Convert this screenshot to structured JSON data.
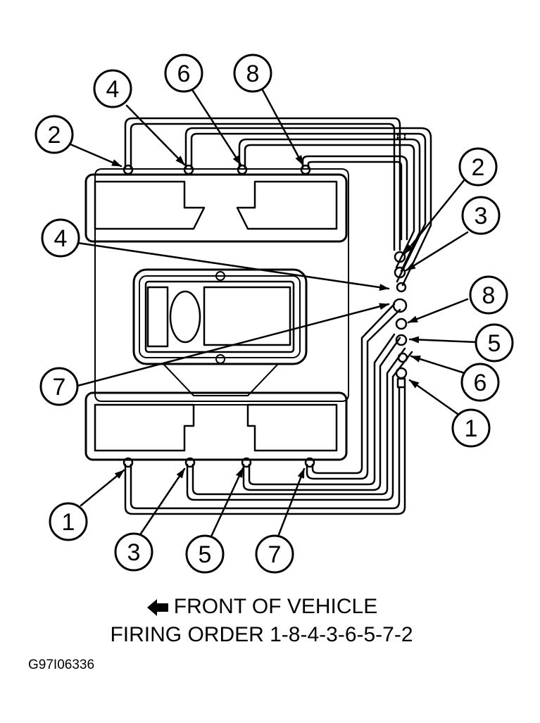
{
  "callouts": {
    "top_2": "2",
    "top_4": "4",
    "top_6": "6",
    "top_8": "8",
    "bottom_1": "1",
    "bottom_3": "3",
    "bottom_5": "5",
    "bottom_7": "7",
    "dist_2": "2",
    "dist_3": "3",
    "dist_4": "4",
    "dist_7": "7",
    "dist_8": "8",
    "dist_5": "5",
    "dist_6": "6",
    "dist_1": "1"
  },
  "caption": {
    "front": "FRONT OF VEHICLE",
    "firing_order": "FIRING ORDER 1-8-4-3-6-5-7-2"
  },
  "figure_id": "G97I06336",
  "icons": {
    "front_arrow": "left-arrow-icon"
  },
  "colors": {
    "ink": "#000000",
    "paper": "#ffffff"
  }
}
